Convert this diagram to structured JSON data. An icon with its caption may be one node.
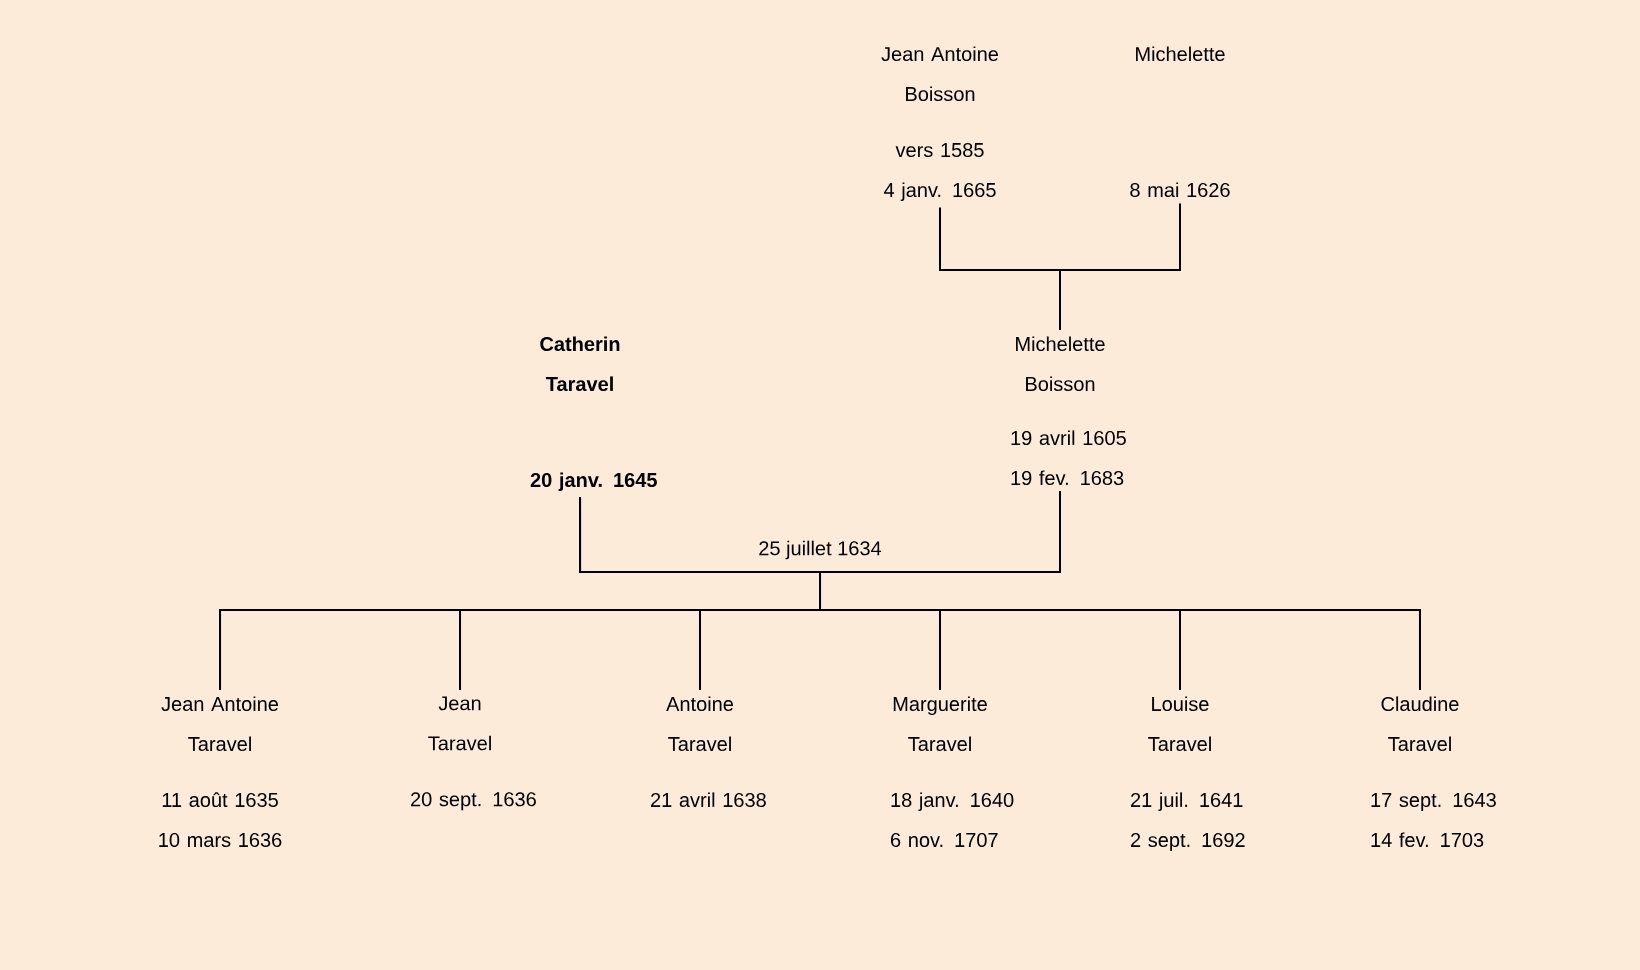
{
  "diagram": {
    "nodes": [
      {
        "text": [
          "Jean Antoine Boisson",
          "vers 1585",
          "4 janv. 1665"
        ]
      },
      {
        "text": [
          "Michelette",
          "8 mai 1626"
        ]
      },
      {
        "text": [
          "Catherin Taravel",
          "20 janv. 1645"
        ]
      },
      {
        "text": [
          "Michelette Boisson",
          "19 avril 1605",
          "19 fev. 1683"
        ]
      },
      {
        "text": [
          "Jean Antoine Taravel",
          "11 août 1635",
          "10 mars 1636"
        ]
      },
      {
        "text": [
          "Jean Taravel",
          "20 sept. 1636"
        ]
      },
      {
        "text": [
          "Antoine Taravel",
          "21 avril 1638"
        ]
      },
      {
        "text": [
          "Marguerite Taravel",
          "18 janv. 1640",
          "6 nov. 1707"
        ]
      },
      {
        "text": [
          "Louise Taravel",
          "21 juil. 1641",
          "2 sept. 1692"
        ]
      },
      {
        "text": [
          "Claudine Taravel",
          "17 sept. 1643",
          "14 fev. 1703"
        ]
      }
    ],
    "edges": [
      {
        "from": 0,
        "to": 3,
        "arrow": "none"
      },
      {
        "from": 1,
        "to": 3,
        "arrow": "none"
      },
      {
        "from": 2,
        "to": 4,
        "arrow": "none"
      },
      {
        "from": 3,
        "to": 4,
        "arrow": "none"
      },
      {
        "from": 2,
        "to": 5,
        "arrow": "none"
      },
      {
        "from": 3,
        "to": 5,
        "arrow": "none"
      },
      {
        "from": 2,
        "to": 6,
        "arrow": "none"
      },
      {
        "from": 3,
        "to": 6,
        "arrow": "none"
      },
      {
        "from": 2,
        "to": 7,
        "arrow": "none"
      },
      {
        "from": 3,
        "to": 7,
        "arrow": "none"
      },
      {
        "from": 2,
        "to": 8,
        "arrow": "none"
      },
      {
        "from": 3,
        "to": 8,
        "arrow": "none"
      },
      {
        "from": 2,
        "to": 9,
        "arrow": "none"
      },
      {
        "from": 3,
        "to": 9,
        "arrow": "none"
      }
    ],
    "labels": [
      "25 juillet 1634"
    ]
  }
}
